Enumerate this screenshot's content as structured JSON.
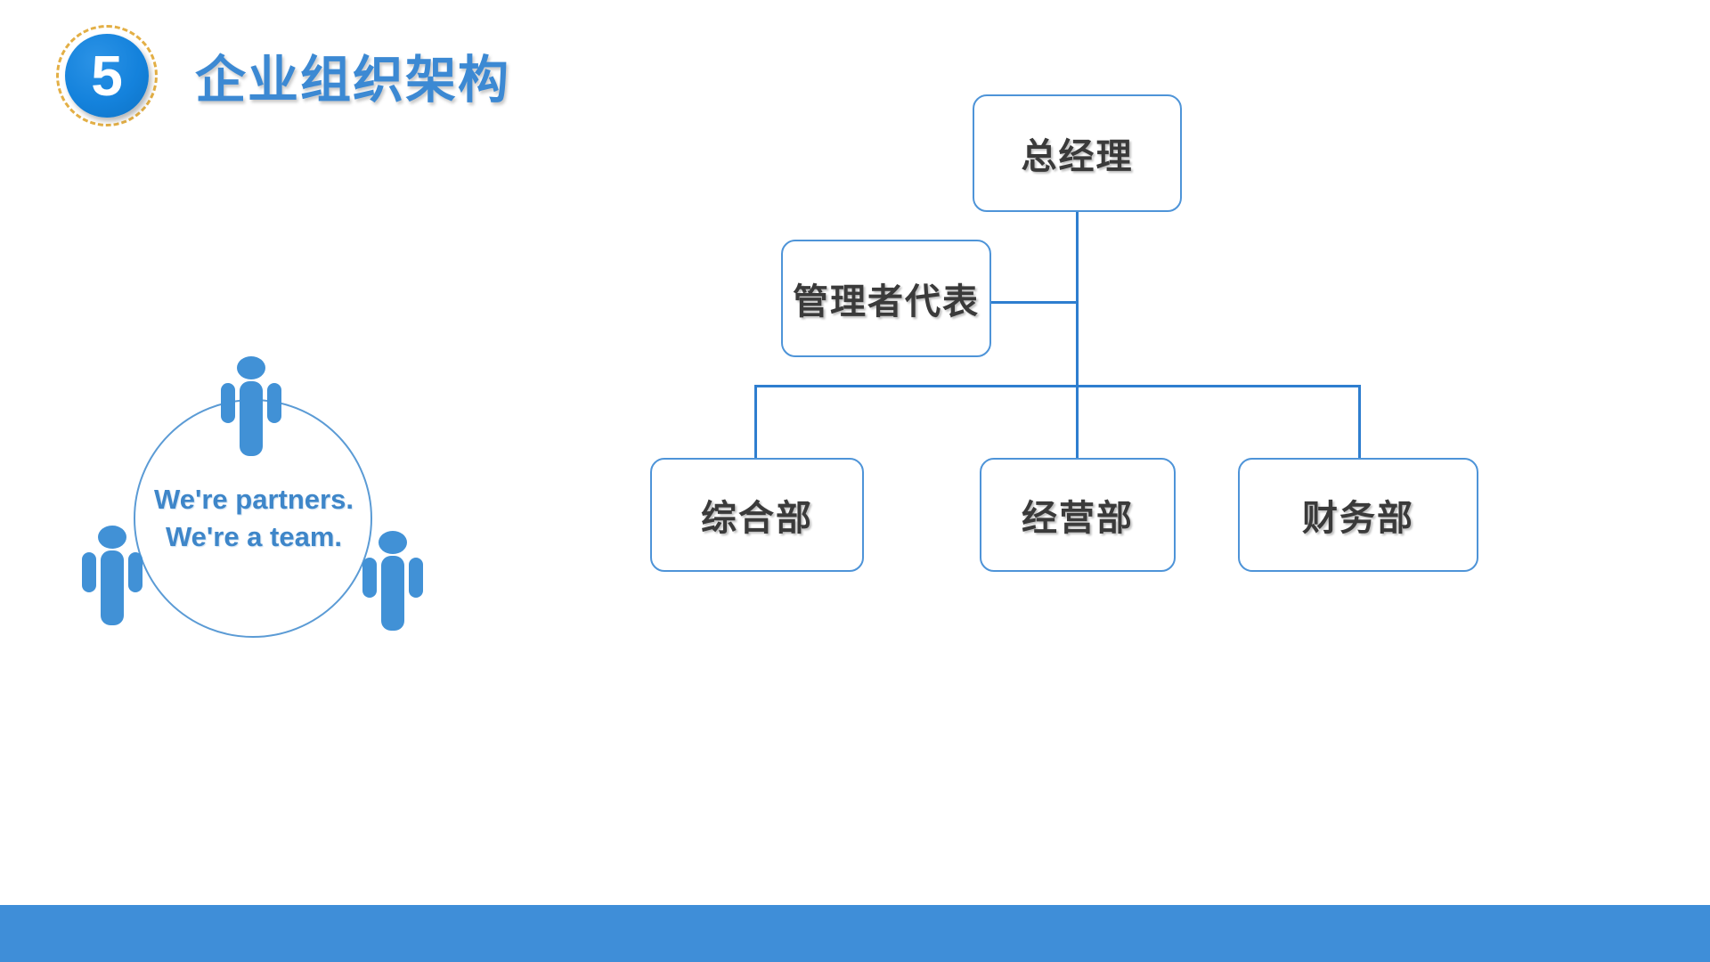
{
  "header": {
    "badge_number": "5",
    "title": "企业组织架构"
  },
  "org_chart": {
    "root_label": "总经理",
    "staff_label": "管理者代表",
    "departments": [
      "综合部",
      "经营部",
      "财务部"
    ]
  },
  "team_graphic": {
    "line1": "We're partners.",
    "line2": "We're a team."
  },
  "colors": {
    "accent_blue": "#3C89D3",
    "badge_fill": "#1482DC",
    "badge_ring": "#E3AF45",
    "line_blue": "#2E7ECF",
    "box_border": "#4E94D8",
    "box_text": "#3A3A3A",
    "people_blue": "#4191D6",
    "circle_stroke": "#5B9BD5",
    "team_text": "#3E86C9",
    "footer_bar": "#3F8ED8"
  }
}
